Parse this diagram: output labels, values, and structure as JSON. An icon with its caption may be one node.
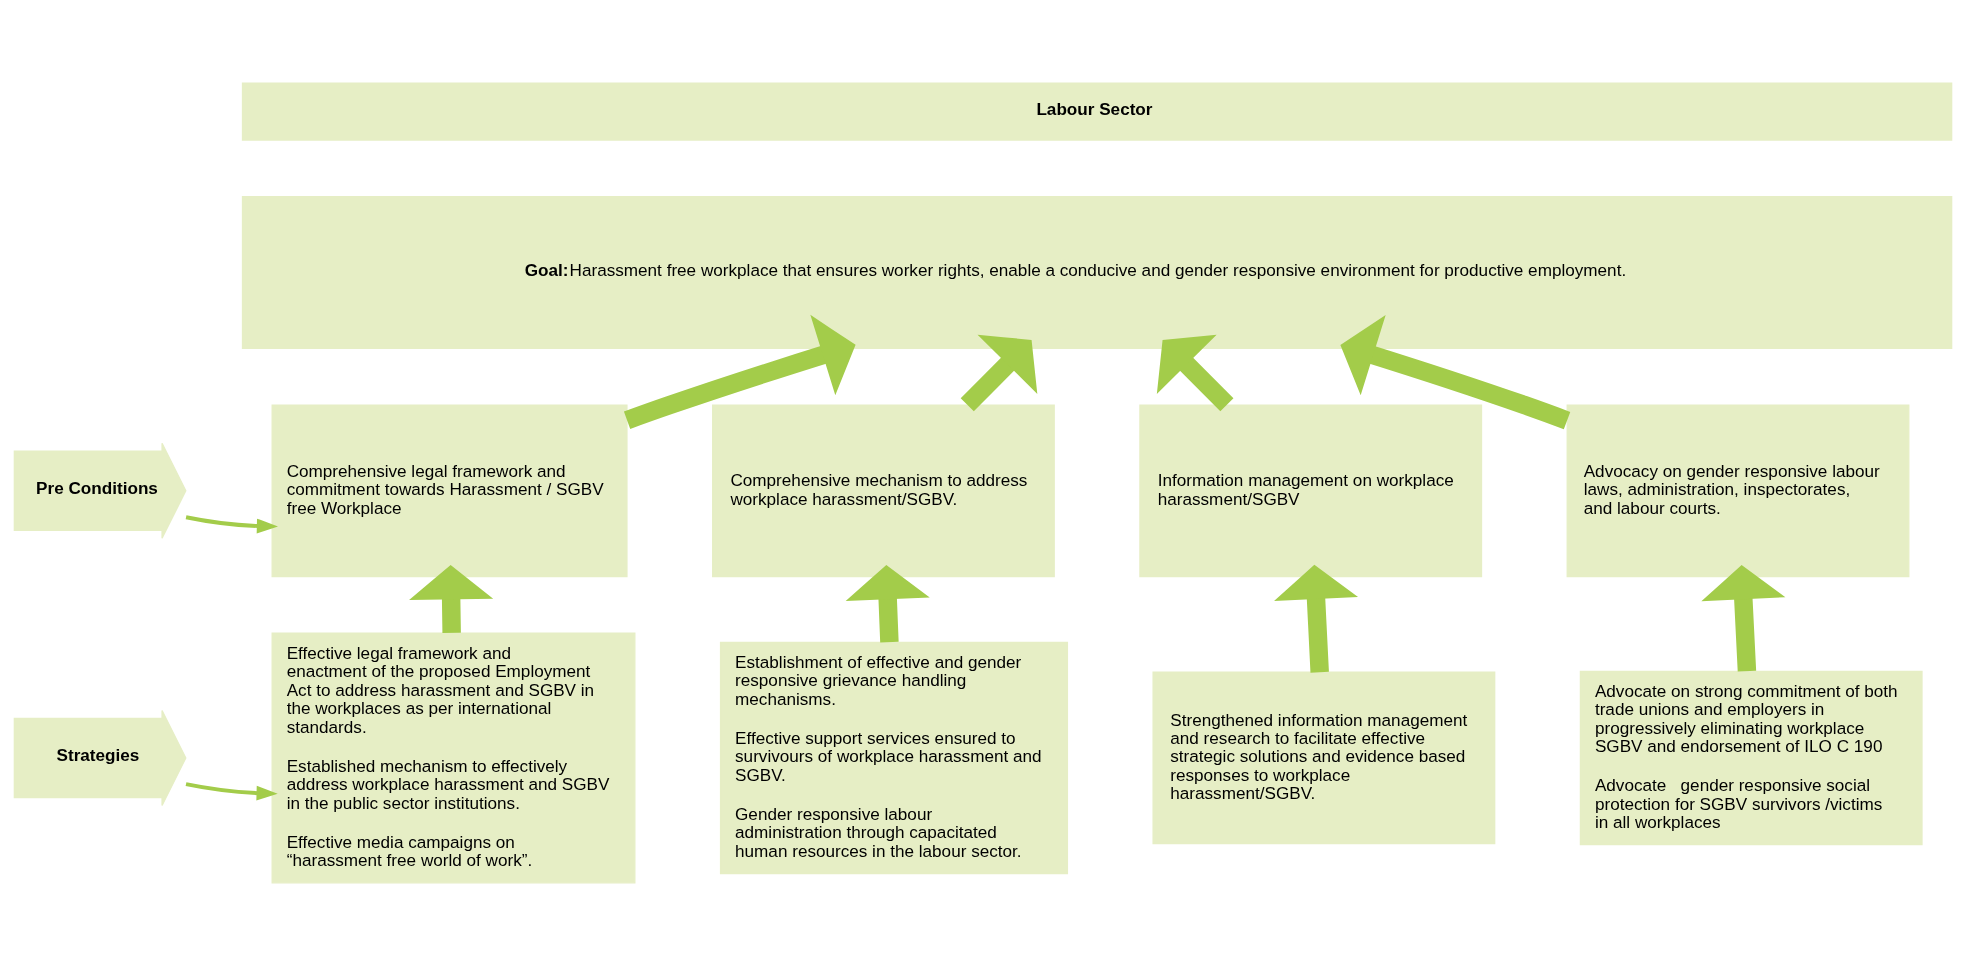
{
  "diagram": {
    "nodes": [
      {
        "text": [
          "Labour Sector"
        ]
      },
      {
        "text": [
          "Goal:",
          "Harassment free workplace that ensures worker rights, enable a conducive and gender responsive environment for productive employment."
        ]
      },
      {
        "text": [
          "Pre Conditions"
        ]
      },
      {
        "text": [
          "Comprehensive legal framework and commitment towards Harassment / SGBV free Workplace"
        ]
      },
      {
        "text": [
          "Comprehensive mechanism to address workplace harassment/SGBV."
        ]
      },
      {
        "text": [
          "Information management on workplace harassment/SGBV"
        ]
      },
      {
        "text": [
          "Advocacy on gender responsive labour laws, administration, inspectorates, and labour courts."
        ]
      },
      {
        "text": [
          "Strategies"
        ]
      },
      {
        "text": [
          "Effective legal framework and enactment of the proposed Employment Act to address harassment and SGBV in the workplaces as per international standards.",
          "Established mechanism to effectively address workplace harassment and SGBV in the public sector institutions.",
          "Effective media campaigns on “harassment free world of work”."
        ]
      },
      {
        "text": [
          "Establishment of effective and gender responsive grievance handling mechanisms.",
          "Effective support services ensured to survivours of workplace harassment and SGBV.",
          "Gender responsive labour administration through capacitated human resources in the labour sector."
        ]
      },
      {
        "text": [
          "Strengthened information management and research to facilitate effective strategic solutions and evidence based responses to workplace harassment/SGBV."
        ]
      },
      {
        "text": [
          "Advocate on strong commitment of both trade unions and employers in progressively eliminating workplace SGBV and endorsement of ILO C 190",
          "Advocate   gender responsive social protection for SGBV survivors /victims in all workplaces"
        ]
      }
    ],
    "edges": [
      {
        "from": 3,
        "to": 1,
        "arrow": "to"
      },
      {
        "from": 4,
        "to": 1,
        "arrow": "to"
      },
      {
        "from": 5,
        "to": 1,
        "arrow": "to"
      },
      {
        "from": 6,
        "to": 1,
        "arrow": "to"
      },
      {
        "from": 8,
        "to": 3,
        "arrow": "to"
      },
      {
        "from": 9,
        "to": 4,
        "arrow": "to"
      },
      {
        "from": 10,
        "to": 5,
        "arrow": "to"
      },
      {
        "from": 11,
        "to": 6,
        "arrow": "to"
      },
      {
        "from": 2,
        "to": 3,
        "arrow": "to"
      },
      {
        "from": 7,
        "to": 8,
        "arrow": "to"
      }
    ]
  }
}
